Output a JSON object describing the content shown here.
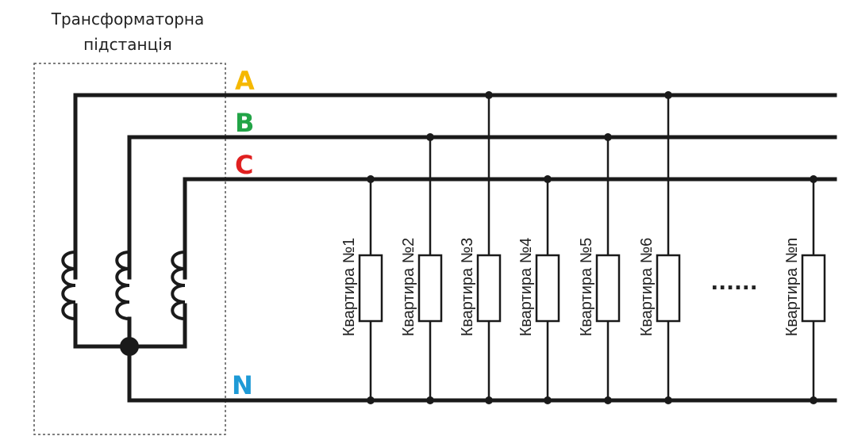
{
  "substation": {
    "title_line1": "Трансформаторна",
    "title_line2": "підстанція"
  },
  "phases": [
    {
      "label": "A",
      "color": "#f5b800"
    },
    {
      "label": "B",
      "color": "#22a447"
    },
    {
      "label": "C",
      "color": "#e02020"
    },
    {
      "label": "N",
      "color": "#1e9ad6"
    }
  ],
  "loads": [
    {
      "label": "Квартира №1",
      "phase": "C"
    },
    {
      "label": "Квартира №2",
      "phase": "B"
    },
    {
      "label": "Квартира №3",
      "phase": "A"
    },
    {
      "label": "Квартира №4",
      "phase": "C"
    },
    {
      "label": "Квартира №5",
      "phase": "B"
    },
    {
      "label": "Квартира №6",
      "phase": "A"
    },
    {
      "label": "Квартира №n",
      "phase": "C"
    }
  ],
  "ellipsis": "......"
}
